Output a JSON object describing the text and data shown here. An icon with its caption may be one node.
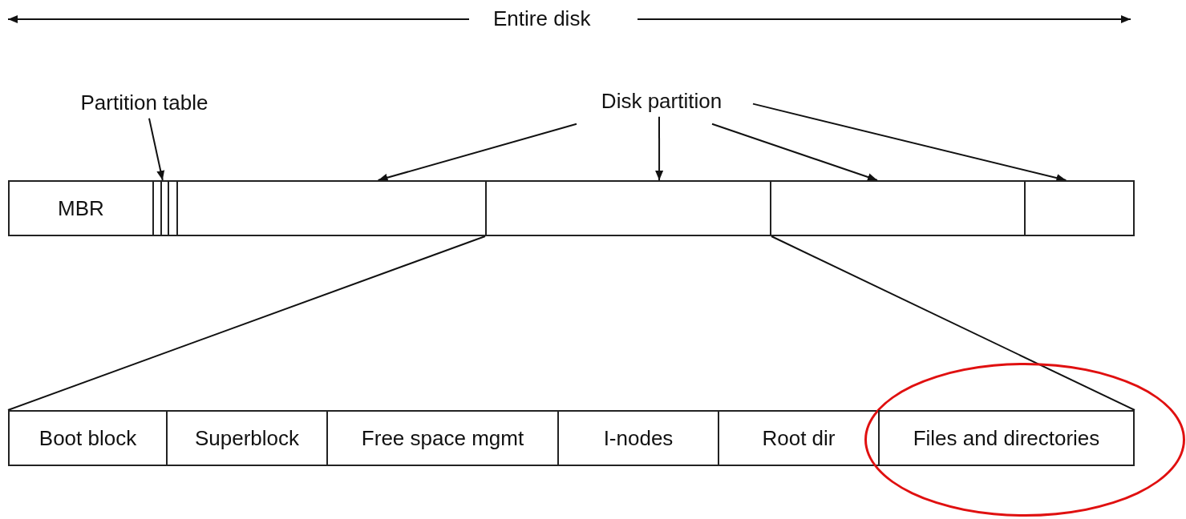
{
  "diagram": {
    "nodes": [
      {
        "text": [
          "Partition table"
        ]
      },
      {
        "text": [
          "Disk partition"
        ]
      },
      {
        "text": [
          "MBR"
        ]
      },
      {
        "text": [],
        "shape": "bar"
      },
      {
        "text": [],
        "shape": "box"
      },
      {
        "text": [],
        "shape": "box"
      },
      {
        "text": [],
        "shape": "box"
      },
      {
        "text": [],
        "shape": "box"
      },
      {
        "text": [
          "Boot block"
        ]
      },
      {
        "text": [
          "Superblock"
        ]
      },
      {
        "text": [
          "Free space mgmt"
        ]
      },
      {
        "text": [
          "I-nodes"
        ]
      },
      {
        "text": [
          "Root dir"
        ]
      },
      {
        "text": [],
        "shape": "ellipse"
      },
      {
        "text": [
          "Files and directories"
        ],
        "in": 13
      }
    ],
    "edges": [
      {
        "from": 0,
        "to": 3,
        "arrow": "to"
      },
      {
        "from": 1,
        "to": 4,
        "arrow": "to"
      },
      {
        "from": 1,
        "to": 5,
        "arrow": "to"
      },
      {
        "from": 1,
        "to": 6,
        "arrow": "to"
      },
      {
        "from": 1,
        "to": 7,
        "arrow": "to"
      },
      {
        "from": 5,
        "to": 8,
        "arrow": "none"
      },
      {
        "from": 5,
        "to": 14,
        "arrow": "none"
      }
    ],
    "labels": [
      "Entire disk"
    ]
  }
}
